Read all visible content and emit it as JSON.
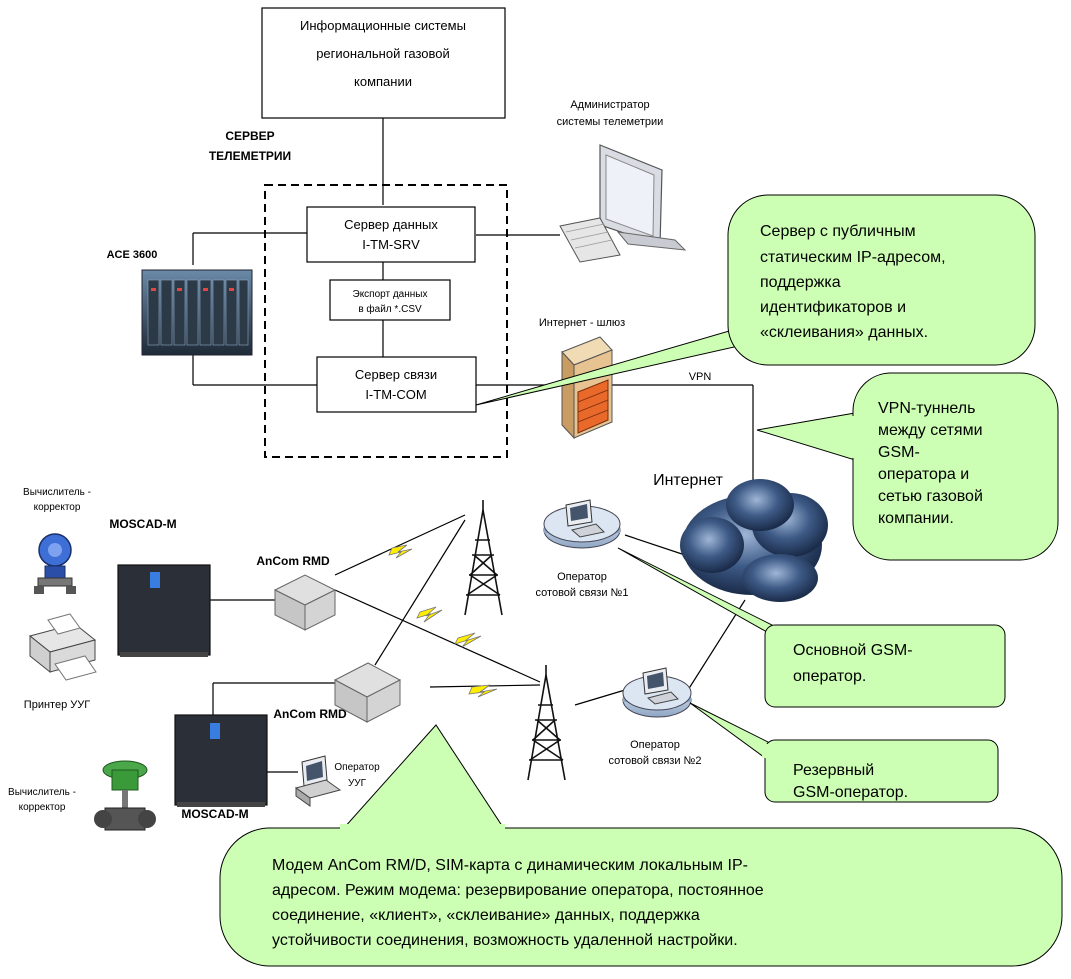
{
  "top_box": {
    "lines": [
      "Информационные системы",
      "региональной газовой",
      "компании"
    ]
  },
  "server_title": {
    "lines": [
      "СЕРВЕР",
      "ТЕЛЕМЕТРИИ"
    ]
  },
  "admin": {
    "lines": [
      "Администратор",
      "системы телеметрии"
    ]
  },
  "data_server": {
    "lines": [
      "Сервер данных",
      "I-TM-SRV"
    ]
  },
  "export": {
    "lines": [
      "Экспорт данных",
      "в файл *.CSV"
    ]
  },
  "comm_server": {
    "lines": [
      "Сервер связи",
      "I-TM-COM"
    ]
  },
  "ace": {
    "label": "ACE 3600"
  },
  "gateway": {
    "label": "Интернет - шлюз"
  },
  "vpn": {
    "label": "VPN"
  },
  "internet": {
    "label": "Интернет"
  },
  "calc1": {
    "lines": [
      "Вычислитель -",
      "корректор"
    ]
  },
  "calc2": {
    "lines": [
      "Вычислитель -",
      "корректор"
    ]
  },
  "moscad1": {
    "label": "MOSCAD-M"
  },
  "moscad2": {
    "label": "MOSCAD-M"
  },
  "ancom1": {
    "label": "AnCom RMD"
  },
  "ancom2": {
    "label": "AnCom RMD"
  },
  "printer": {
    "label": "Принтер УУГ"
  },
  "operator_uug": {
    "lines": [
      "Оператор",
      "УУГ"
    ]
  },
  "op1": {
    "lines": [
      "Оператор",
      "сотовой связи №1"
    ]
  },
  "op2": {
    "lines": [
      "Оператор",
      "сотовой связи №2"
    ]
  },
  "callouts": {
    "static_ip": [
      "Сервер с публичным",
      "статическим IP-адресом,",
      "поддержка",
      "идентификаторов и",
      "«склеивания» данных."
    ],
    "vpn_tunnel": [
      "VPN-туннель",
      "между сетями",
      "GSM-",
      "оператора и",
      "сетью газовой",
      "компании."
    ],
    "main_gsm": [
      "Основной GSM-",
      "оператор."
    ],
    "reserve_gsm": [
      "Резервный",
      "GSM-оператор."
    ],
    "modem": [
      "Модем AnCom RM/D, SIM-карта с динамическим локальным IP-",
      "адресом. Режим модема: резервирование оператора, постоянное",
      "соединение, «клиент», «склеивание» данных,  поддержка",
      "устойчивости соединения, возможность удаленной настройки."
    ]
  },
  "colors": {
    "callout_fill": "#ccffb3",
    "callout_stroke": "#000000",
    "firewall": "#e8692a",
    "cloud": "#2a3a5c"
  }
}
